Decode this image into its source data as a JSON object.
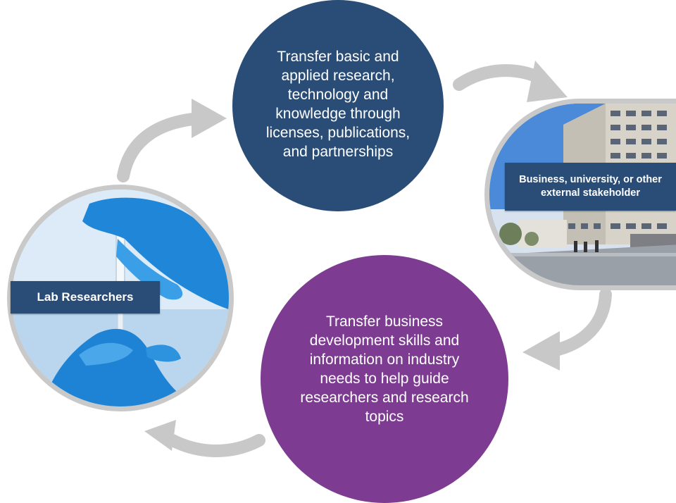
{
  "nodes": {
    "top_circle": {
      "text": "Transfer basic and applied research, technology and knowledge through licenses, publications, and partnerships",
      "color": "#294d77"
    },
    "bottom_circle": {
      "text": "Transfer business development skills and information on industry needs to help guide researchers and research topics",
      "color": "#7d3c91"
    },
    "lab": {
      "label": "Lab Researchers",
      "label_color": "#294d77",
      "image": "gloved-hands-pipette-photo"
    },
    "stakeholder": {
      "label": "Business, university, or other external stakeholder",
      "label_color": "#294d77",
      "image": "office-building-photo"
    }
  },
  "arrows": {
    "color": "#c8c8c8",
    "flow": [
      "lab",
      "top_circle",
      "stakeholder",
      "bottom_circle",
      "lab"
    ]
  }
}
